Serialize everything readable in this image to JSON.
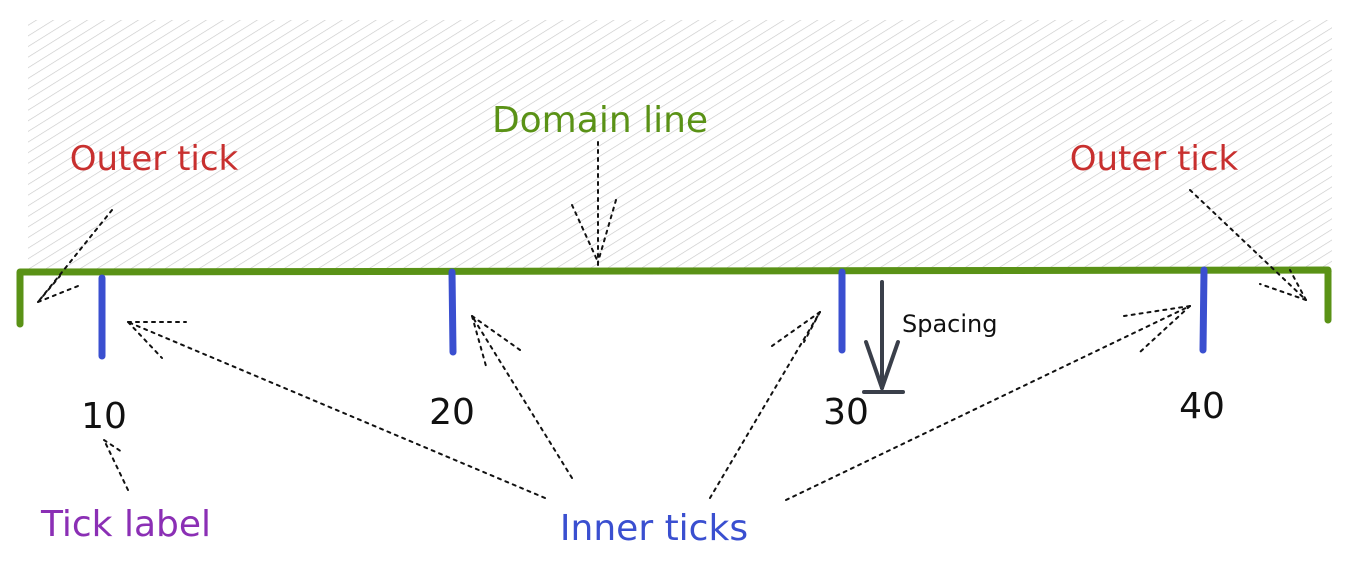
{
  "labels": {
    "domain_line": "Domain line",
    "outer_tick_left": "Outer tick",
    "outer_tick_right": "Outer tick",
    "spacing": "Spacing",
    "tick_label": "Tick label",
    "inner_ticks": "Inner ticks"
  },
  "ticks": [
    "10",
    "20",
    "30",
    "40"
  ],
  "colors": {
    "domain": "#5a9216",
    "outer_label": "#c8302f",
    "inner_tick": "#3a4fd0",
    "tick_label_caption": "#8b2fb5",
    "spacing_arrow": "#3a3f4a",
    "hatch": "#c9c9c9",
    "text": "#111111"
  }
}
